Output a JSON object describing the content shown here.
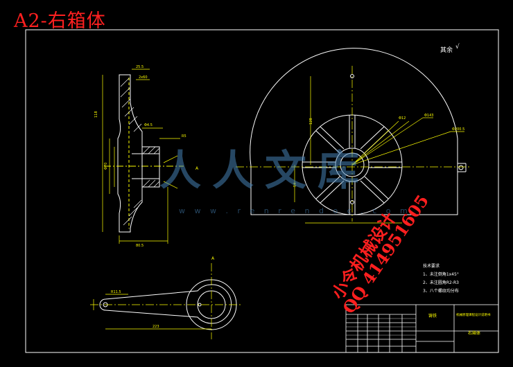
{
  "title": "A2-右箱体",
  "roughness_note": "其余",
  "roughness_symbol": "√",
  "section_mark": "A",
  "tech_requirements": {
    "heading": "技术要求",
    "items": [
      "1、未注倒角1x45°",
      "2、未注圆角R2-R3",
      "3、八个螺纹均分布"
    ]
  },
  "title_block": {
    "part_name": "右箱体",
    "material": "铸铁",
    "project": "机械原理课程设计说明书"
  },
  "watermark": {
    "text": "人人文库",
    "url": "w w w . r e n r e n d o c . c o m"
  },
  "promo": {
    "line1": "小令机械设计",
    "line2": "QQ 414951605"
  },
  "colors": {
    "background": "#000000",
    "geometry": "#ffffff",
    "dimension": "#ffff00",
    "overlay_red": "#ff2020"
  }
}
